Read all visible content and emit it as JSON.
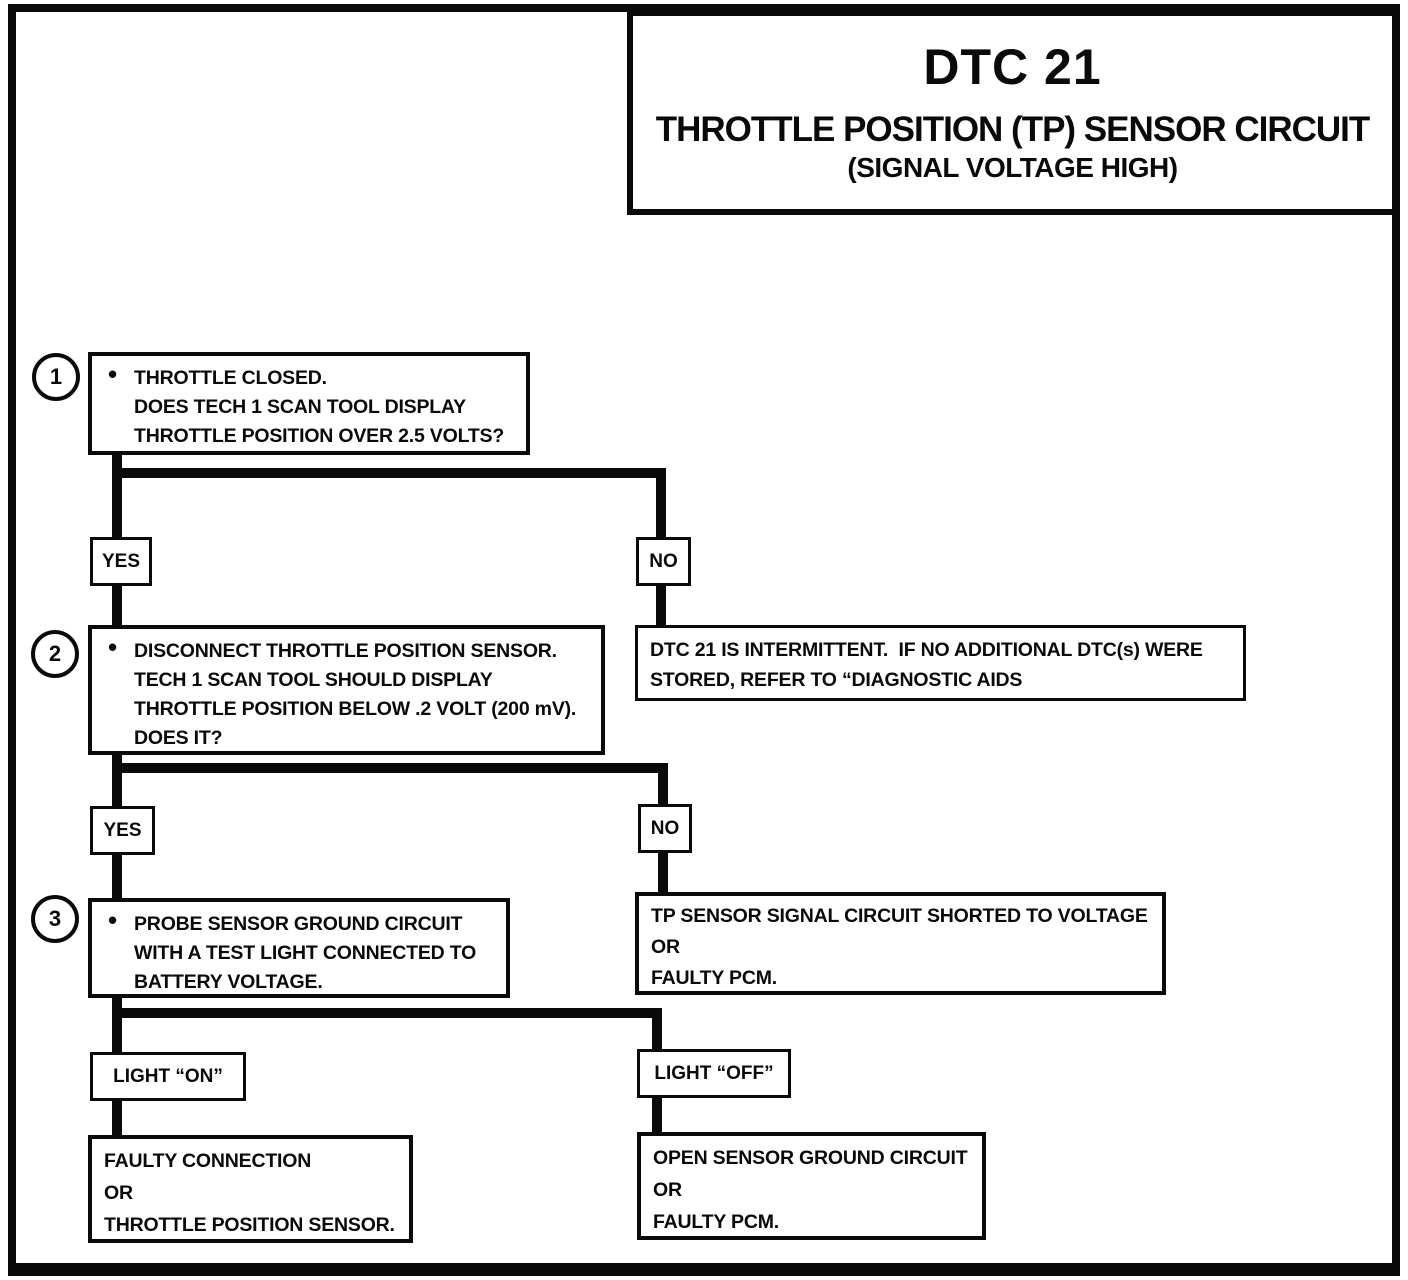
{
  "title": {
    "dtc": "DTC 21",
    "name": "THROTTLE POSITION (TP) SENSOR CIRCUIT",
    "subtitle": "(SIGNAL VOLTAGE HIGH)"
  },
  "steps": {
    "step1": {
      "num": "1",
      "bullet": "•",
      "lines": [
        "THROTTLE CLOSED.",
        "DOES TECH 1 SCAN TOOL DISPLAY",
        "THROTTLE POSITION OVER 2.5 VOLTS?"
      ]
    },
    "step2": {
      "num": "2",
      "bullet": "•",
      "lines": [
        "DISCONNECT THROTTLE POSITION SENSOR.",
        "TECH 1 SCAN TOOL SHOULD DISPLAY",
        "THROTTLE POSITION BELOW .2 VOLT (200 mV).",
        "DOES IT?"
      ]
    },
    "step3": {
      "num": "3",
      "bullet": "•",
      "lines": [
        "PROBE SENSOR GROUND CIRCUIT",
        "WITH A TEST LIGHT CONNECTED TO",
        "BATTERY VOLTAGE."
      ]
    }
  },
  "labels": {
    "yes1": "YES",
    "no1": "NO",
    "yes2": "YES",
    "no2": "NO",
    "light_on": "LIGHT “ON”",
    "light_off": "LIGHT “OFF”"
  },
  "results": {
    "intermittent": {
      "lines": [
        "DTC 21 IS INTERMITTENT.  IF NO ADDITIONAL DTC(s) WERE",
        "STORED, REFER TO “DIAGNOSTIC AIDS"
      ]
    },
    "shorted": {
      "lines": [
        "TP SENSOR SIGNAL CIRCUIT SHORTED TO VOLTAGE",
        "OR",
        "FAULTY PCM."
      ]
    },
    "faulty_connection": {
      "lines": [
        "FAULTY CONNECTION",
        "OR",
        "THROTTLE POSITION SENSOR."
      ]
    },
    "open_ground": {
      "lines": [
        "OPEN SENSOR GROUND CIRCUIT",
        "OR",
        "FAULTY PCM."
      ]
    }
  }
}
